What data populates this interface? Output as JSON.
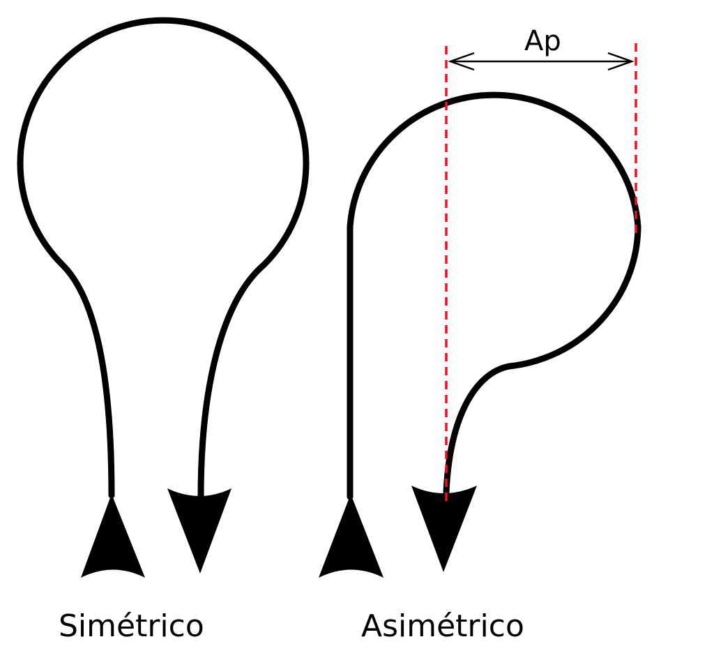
{
  "labels": {
    "symmetric": "Simétrico",
    "asymmetric": "Asimétrico",
    "ap": "Ap"
  },
  "colors": {
    "stroke": "#000000",
    "guide": "#e8141c"
  }
}
